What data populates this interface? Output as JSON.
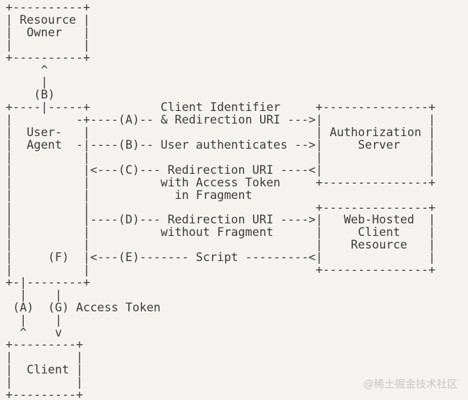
{
  "colors": {
    "background": "#f4f3f0",
    "diagram_text": "#3c3c3c",
    "watermark_text": "#c9c7c4"
  },
  "diagram": {
    "ascii_lines": [
      "+----------+",
      "| Resource |",
      "|  Owner   |",
      "|          |",
      "+----------+",
      "     ^",
      "     |",
      "    (B)",
      "+----|-----+          Client Identifier     +---------------+",
      "|         -+----(A)-- & Redirection URI --->|               |",
      "|  User-   |                                | Authorization |",
      "|  Agent  -|----(B)-- User authenticates -->|     Server    |",
      "|          |                                |               |",
      "|          |<---(C)--- Redirection URI ----<|               |",
      "|          |          with Access Token     +---------------+",
      "|          |            in Fragment",
      "|          |                                +---------------+",
      "|          |----(D)--- Redirection URI ---->|   Web-Hosted  |",
      "|          |          without Fragment      |     Client    |",
      "|          |                                |    Resource   |",
      "|     (F)  |<---(E)------- Script ---------<|               |",
      "|          |                                +---------------+",
      "+-|--------+",
      "  |    |",
      " (A)  (G) Access Token",
      "  |    |",
      "  ^    v",
      "+---------+",
      "|         |",
      "|  Client |",
      "|         |",
      "+---------+"
    ],
    "nodes": [
      "Resource Owner",
      "User-Agent",
      "Authorization Server",
      "Web-Hosted Client Resource",
      "Client"
    ],
    "steps": [
      {
        "id": "(A)",
        "label": "Client Identifier & Redirection URI"
      },
      {
        "id": "(B)",
        "label": "User authenticates"
      },
      {
        "id": "(C)",
        "label": "Redirection URI with Access Token in Fragment"
      },
      {
        "id": "(D)",
        "label": "Redirection URI without Fragment"
      },
      {
        "id": "(E)",
        "label": "Script"
      },
      {
        "id": "(F)",
        "label": ""
      },
      {
        "id": "(G)",
        "label": "Access Token"
      }
    ]
  },
  "watermark": {
    "text": "@稀土掘金技术社区"
  }
}
